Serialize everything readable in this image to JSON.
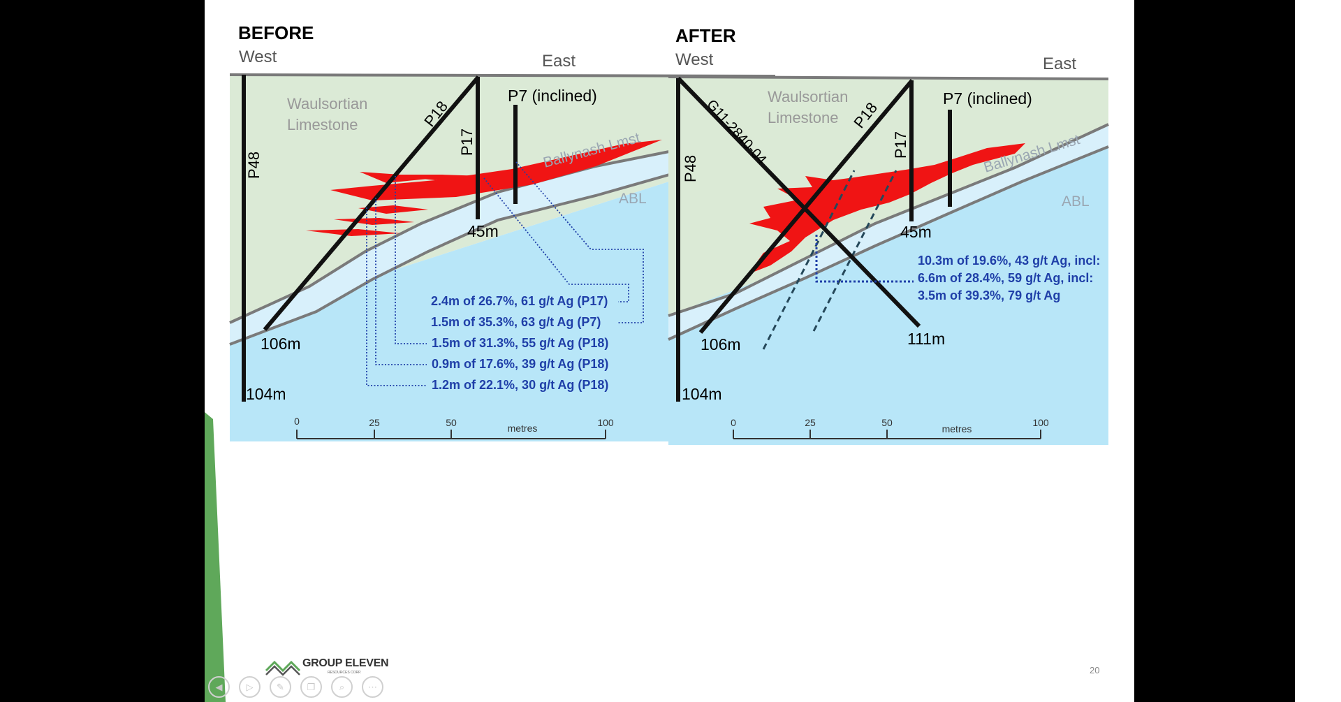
{
  "slide": {
    "page_number": "20",
    "logo": {
      "name": "GROUP ELEVEN",
      "sub": "RESOURCES CORP."
    },
    "controls": [
      "prev-icon",
      "play-icon",
      "pen-icon",
      "copy-icon",
      "zoom-icon",
      "more-icon"
    ]
  },
  "before": {
    "title": "BEFORE",
    "west": "West",
    "east": "East",
    "formation_upper": [
      "Waulsortian",
      "Limestone"
    ],
    "formation_band": "Ballynash Lmst",
    "formation_lower": "ABL",
    "holes": [
      {
        "name": "P48",
        "depth": "104m"
      },
      {
        "name": "P18",
        "depth": "106m"
      },
      {
        "name": "P17",
        "depth": "45m"
      },
      {
        "name": "P7 (inclined)",
        "depth": ""
      }
    ],
    "intercepts": [
      "2.4m of 26.7%, 61 g/t Ag (P17)",
      "1.5m of 35.3%, 63 g/t Ag (P7)",
      "1.5m of 31.3%, 55 g/t Ag (P18)",
      "0.9m of 17.6%, 39 g/t Ag (P18)",
      "1.2m of 22.1%, 30 g/t Ag (P18)"
    ],
    "scale": {
      "ticks": [
        "0",
        "25",
        "50",
        "100"
      ],
      "unit": "metres"
    }
  },
  "after": {
    "title": "AFTER",
    "west": "West",
    "east": "East",
    "formation_upper": [
      "Waulsortian",
      "Limestone"
    ],
    "formation_band": "Ballynash Lmst",
    "formation_lower": "ABL",
    "holes": [
      {
        "name": "P48",
        "depth": "104m"
      },
      {
        "name": "G11-2840-04",
        "depth": "111m"
      },
      {
        "name": "P18",
        "depth": "106m"
      },
      {
        "name": "P17",
        "depth": "45m"
      },
      {
        "name": "P7 (inclined)",
        "depth": ""
      }
    ],
    "intercepts": [
      "10.3m of 19.6%, 43 g/t Ag, incl:",
      "6.6m of 28.4%, 59 g/t Ag, incl:",
      "3.5m of 39.3%, 79 g/t Ag"
    ],
    "scale": {
      "ticks": [
        "0",
        "25",
        "50",
        "100"
      ],
      "unit": "metres"
    }
  },
  "colors": {
    "limestone": "#dbead6",
    "band": "#d8f0fb",
    "abl": "#b8e6f8",
    "ore": "#f01414",
    "intercept_text": "#1f3fa8",
    "accent_green": "#5fa85a"
  }
}
